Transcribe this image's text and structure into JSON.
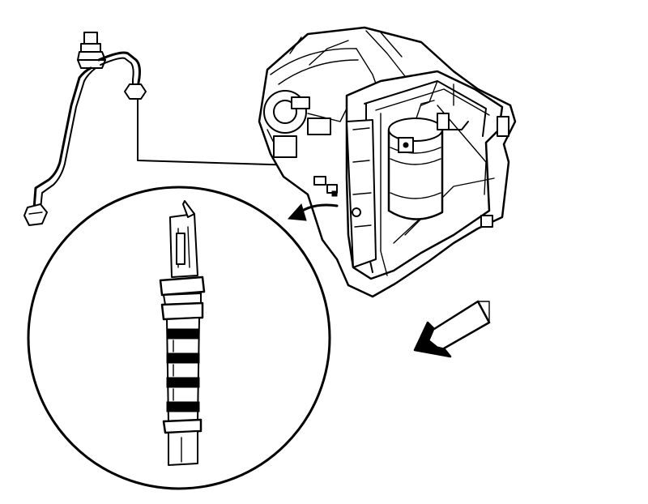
{
  "figure": {
    "background": "#ffffff",
    "line_color": "#000000",
    "components": [
      {
        "id": "refrigerant-line",
        "icon": "tube-with-fittings"
      },
      {
        "id": "hvac-module",
        "icon": "evaporator-blower-housing"
      },
      {
        "id": "accumulator",
        "icon": "cylinder-canister"
      },
      {
        "id": "expansion-tube",
        "icon": "orifice-tube"
      },
      {
        "id": "removal-arrow",
        "icon": "curved-arrow"
      },
      {
        "id": "front-arrow",
        "icon": "direction-arrow"
      },
      {
        "id": "detail-circle",
        "icon": "magnified-view"
      }
    ]
  }
}
